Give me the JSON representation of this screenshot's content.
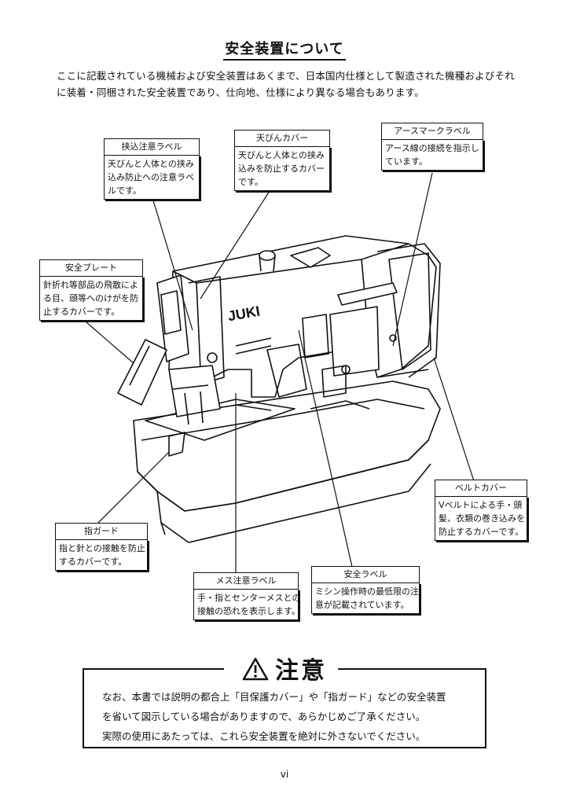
{
  "title": "安全装置について",
  "intro": [
    "ここに記載されている機械および安全装置はあくまで、日本国内仕様として製造された機種およびそれ",
    "に装着・同梱された安全装置であり、仕向地、仕様により異なる場合もあります。"
  ],
  "machine": {
    "brand": "JUKI"
  },
  "callouts": {
    "hasamikomi": {
      "title": "挟込注意ラベル",
      "lines": [
        "天びんと人体との挟み",
        "込み防止への注意ラベ",
        "ルです。"
      ]
    },
    "tenbin": {
      "title": "天びんカバー",
      "lines": [
        "天びんと人体との挟み",
        "込みを防止するカバー",
        "です。"
      ]
    },
    "earth": {
      "title": "アースマークラベル",
      "lines": [
        "アース線の接続を指示し",
        "ています。"
      ]
    },
    "plate": {
      "title": "安全プレート",
      "lines": [
        "針折れ等部品の飛散によ",
        "る目、頭等へのけがを防",
        "止するカバーです。"
      ]
    },
    "belt": {
      "title": "ベルトカバー",
      "lines": [
        "Vベルトによる手・頭",
        "髪、衣類の巻き込みを",
        "防止するカバーです。"
      ]
    },
    "finger": {
      "title": "指ガード",
      "lines": [
        "指と針との接触を防止",
        "するカバーです。"
      ]
    },
    "knife": {
      "title": "メス注意ラベル",
      "lines": [
        "手・指とセンターメスとの",
        "接触の恐れを表示します。"
      ]
    },
    "safety": {
      "title": "安全ラベル",
      "lines": [
        "ミシン操作時の最低限の注",
        "意が記載されています。"
      ]
    }
  },
  "caution": {
    "title": "注意",
    "lines": [
      "なお、本書では説明の都合上「目保護カバー」や「指ガード」などの安全装置",
      "を省いて図示している場合がありますので、あらかじめご了承ください。",
      "実際の使用にあたっては、これら安全装置を絶対に外さないでください。"
    ]
  },
  "page_number": "vi"
}
